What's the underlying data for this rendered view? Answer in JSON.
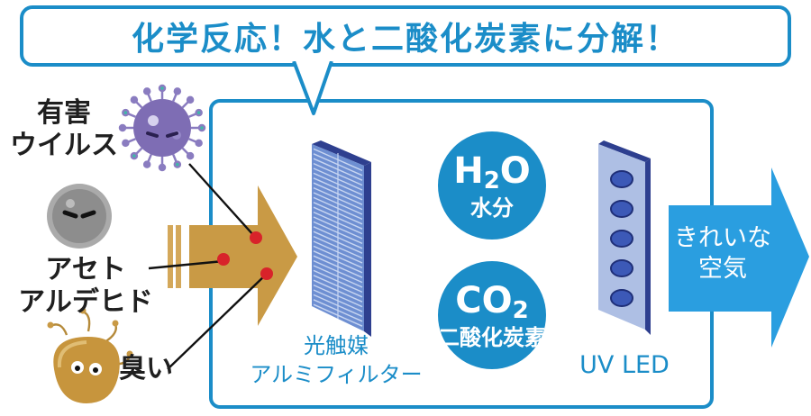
{
  "header": {
    "title": "化学反応！水と二酸化炭素に分解！"
  },
  "sources": {
    "virus": "有害ウイルス",
    "virus_lines": [
      "有害",
      "ウイルス"
    ],
    "acetaldehyde_lines": [
      "アセト",
      "アルデヒド"
    ],
    "odor": "臭い"
  },
  "filter": {
    "label_lines": [
      "光触媒",
      "アルミフィルター"
    ]
  },
  "products": {
    "water": {
      "formula_main": "H",
      "formula_sub": "2",
      "formula_end": "O",
      "name": "水分"
    },
    "co2": {
      "formula_main": "CO",
      "formula_sub": "2",
      "name": "二酸化炭素"
    }
  },
  "uv_led": {
    "label": "UV LED"
  },
  "output": {
    "label_lines": [
      "きれいな",
      "空気"
    ]
  },
  "colors": {
    "accent": "#1b8dc8",
    "arrow_in": "#c99a45",
    "arrow_out": "#2a9ee0",
    "dot": "#d8232a",
    "filter_blue": "#5a7fc4",
    "filter_dark": "#2e3f8f",
    "virus_purple": "#7e6db4"
  },
  "icons": [
    "virus-icon",
    "grey-molecule-icon",
    "odor-germ-icon",
    "filter-panel-icon",
    "uv-led-panel-icon"
  ]
}
